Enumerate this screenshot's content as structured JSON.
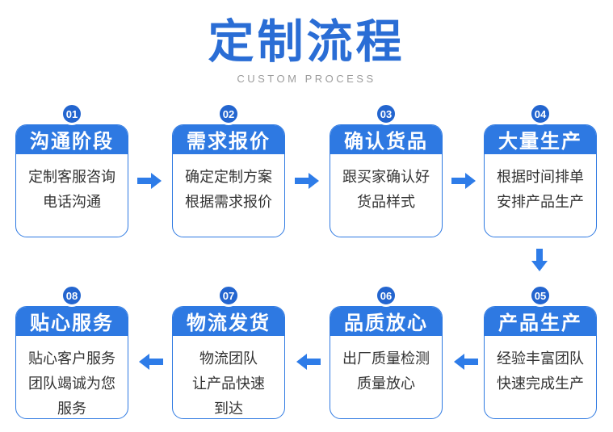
{
  "header": {
    "title": "定制流程",
    "subtitle": "CUSTOM PROCESS"
  },
  "colors": {
    "title_blue": "#2a6dd5",
    "header_blue": "#2e79e2",
    "badge_blue": "#2365cf",
    "border_blue": "#2f7ae2",
    "arrow_blue": "#2e7ce8",
    "body_text": "#333333",
    "subtitle_gray": "#9c9c9c"
  },
  "steps": [
    {
      "num": "01",
      "title": "沟通阶段",
      "desc": "定制客服咨询\n电话沟通"
    },
    {
      "num": "02",
      "title": "需求报价",
      "desc": "确定定制方案\n根据需求报价"
    },
    {
      "num": "03",
      "title": "确认货品",
      "desc": "跟买家确认好\n货品样式"
    },
    {
      "num": "04",
      "title": "大量生产",
      "desc": "根据时间排单\n安排产品生产"
    },
    {
      "num": "05",
      "title": "产品生产",
      "desc": "经验丰富团队\n快速完成生产"
    },
    {
      "num": "06",
      "title": "品质放心",
      "desc": "出厂质量检测\n质量放心"
    },
    {
      "num": "07",
      "title": "物流发货",
      "desc": "物流团队\n让产品快速\n到达"
    },
    {
      "num": "08",
      "title": "贴心服务",
      "desc": "贴心客户服务\n团队竭诚为您\n服务"
    }
  ],
  "flow_arrows": [
    {
      "from": "01",
      "to": "02",
      "direction": "right"
    },
    {
      "from": "02",
      "to": "03",
      "direction": "right"
    },
    {
      "from": "03",
      "to": "04",
      "direction": "right"
    },
    {
      "from": "04",
      "to": "05",
      "direction": "down"
    },
    {
      "from": "05",
      "to": "06",
      "direction": "left"
    },
    {
      "from": "06",
      "to": "07",
      "direction": "left"
    },
    {
      "from": "07",
      "to": "08",
      "direction": "left"
    }
  ]
}
